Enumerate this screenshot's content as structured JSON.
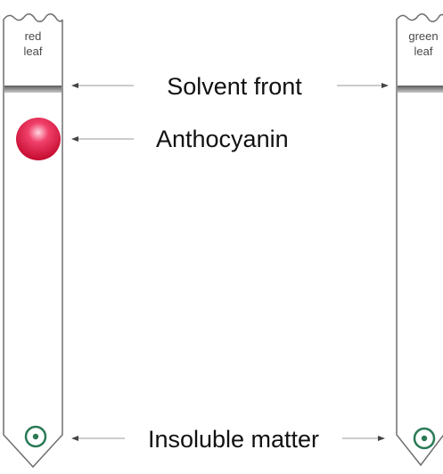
{
  "strips": {
    "left": {
      "label_line1": "red",
      "label_line2": "leaf"
    },
    "right": {
      "label_line1": "green",
      "label_line2": "leaf"
    }
  },
  "annotations": {
    "solvent_front": "Solvent front",
    "pigment": "Anthocyanin",
    "origin": "Insoluble matter"
  },
  "colors": {
    "pigment_spot": "#e0103a",
    "origin_ring": "#2a7a55",
    "strip_outline": "#6e6e6e",
    "solvent_front_line": "#7a7a7a",
    "arrow": "#444444"
  }
}
